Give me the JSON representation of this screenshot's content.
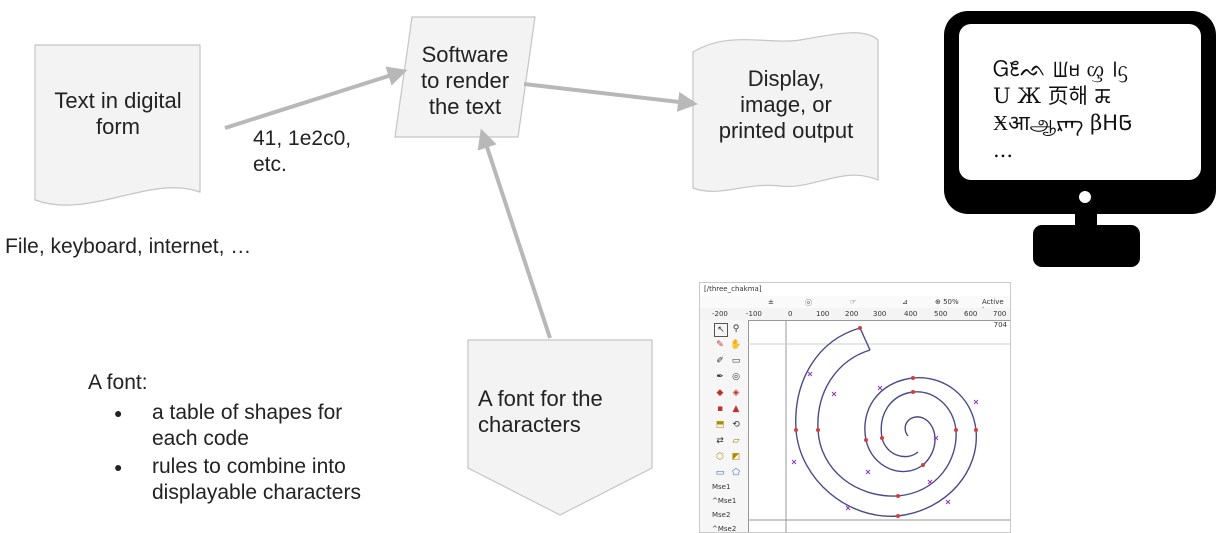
{
  "nodes": {
    "text_digital": "Text in digital\nform",
    "software": "Software\nto render\nthe text",
    "display": "Display,\nimage, or\nprinted output",
    "font_for_chars": "A font for the\ncharacters"
  },
  "edge_label": "41, 1e2c0,\netc.",
  "sources_label": "File, keyboard, internet, …",
  "font_definition": {
    "title": "A font:",
    "bullets": [
      "a table of shapes for\neach code",
      "rules to combine into\ndisplayable characters"
    ]
  },
  "monitor": {
    "lines": [
      "Ꮐ𖫃ᨒ ꡆᥛ ᦐ ꫰ᦓ",
      "U Ж 页해 ꯘ",
      "Ӿआஆᠷᡢ βᕼ𞤀",
      "..."
    ]
  },
  "fontforge": {
    "title": "[/three_chakma]",
    "toolbar": [
      "±",
      "ⓞ",
      "☞",
      "⊿",
      "⊕ 50%",
      "Active La"
    ],
    "ruler": [
      "-200",
      "-100",
      "0",
      "100",
      "200",
      "300",
      "400",
      "500",
      "600",
      "700"
    ],
    "corner_value": "704",
    "layers": [
      "Mse1",
      "^Mse1",
      "Mse2",
      "^Mse2"
    ]
  }
}
